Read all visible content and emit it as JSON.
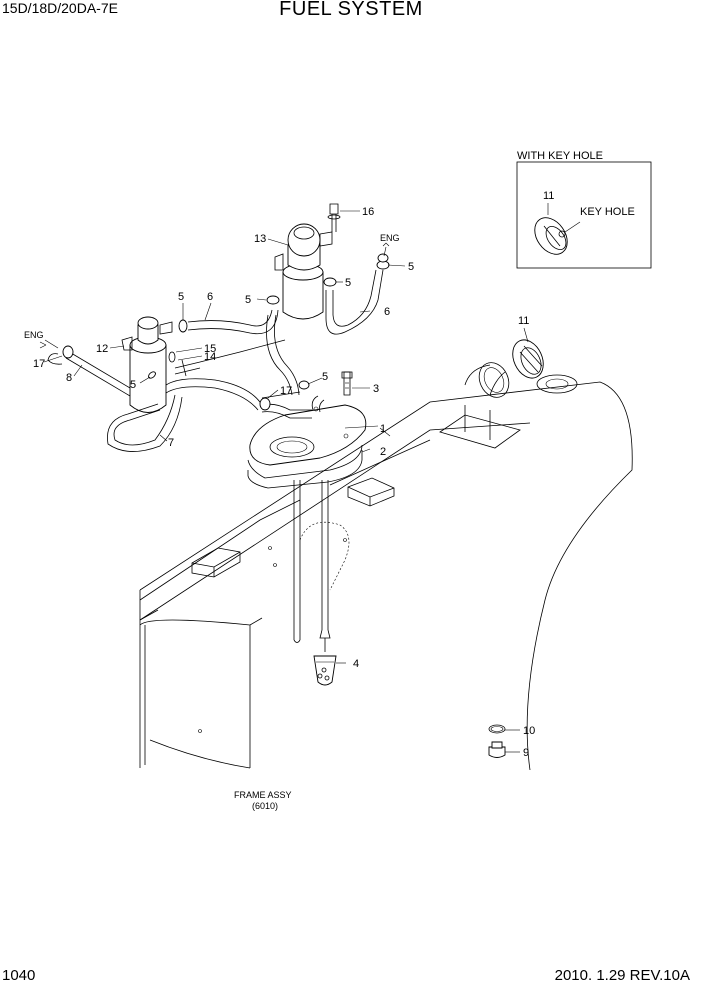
{
  "header": {
    "model": "15D/18D/20DA-7E",
    "title": "FUEL SYSTEM"
  },
  "footer": {
    "page": "1040",
    "revision": "2010. 1.29 REV.10A"
  },
  "inset": {
    "title": "WITH KEY HOLE",
    "part_number": "11",
    "callout": "KEY HOLE"
  },
  "frame_note": {
    "line1": "FRAME ASSY",
    "line2": "(6010)"
  },
  "eng_labels": [
    "ENG",
    "ENG"
  ],
  "part_labels": {
    "p1": "1",
    "p2": "2",
    "p3": "3",
    "p4": "4",
    "p5a": "5",
    "p5b": "5",
    "p5c": "5",
    "p5d": "5",
    "p5e": "5",
    "p5f": "5",
    "p6a": "6",
    "p6b": "6",
    "p7": "7",
    "p8": "8",
    "p9": "9",
    "p10": "10",
    "p11": "11",
    "p12": "12",
    "p13": "13",
    "p14": "14",
    "p15": "15",
    "p16": "16",
    "p17a": "17",
    "p17b": "17"
  }
}
